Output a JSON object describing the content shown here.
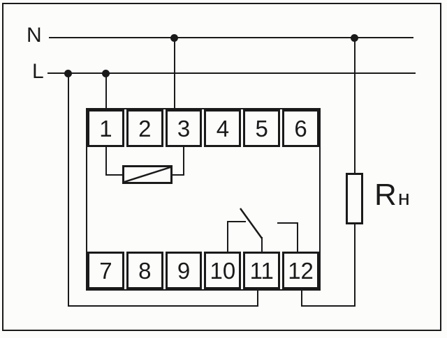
{
  "labels": {
    "neutral": "N",
    "phase": "L"
  },
  "device": {
    "top_terminals": [
      "1",
      "2",
      "3",
      "4",
      "5",
      "6"
    ],
    "bottom_terminals": [
      "7",
      "8",
      "9",
      "10",
      "11",
      "12"
    ]
  },
  "load": {
    "label_main": "R",
    "label_sub": "н"
  },
  "symbols": {
    "coil": "rectangle-with-diagonal (relay/timer coil)",
    "contact": "changeover-relay-contact (blade on terminal 11, fixed contacts to terminals 10 and 12)",
    "load_resistor": "rectangle (load resistance Rн)",
    "junction": "filled-dot"
  },
  "connections": [
    "N bus → terminal 3",
    "N bus → Rн load (top)",
    "L bus → terminal 1",
    "L bus → terminal 11 (bottom wire)",
    "terminal 1 — coil — terminal 3",
    "terminal 11 — contact blade — fixed contacts at terminals 10 / 12",
    "terminal 12 → Rн load (bottom)"
  ],
  "colors": {
    "line": "#1a1a1a",
    "background": "#fcfcfb"
  }
}
